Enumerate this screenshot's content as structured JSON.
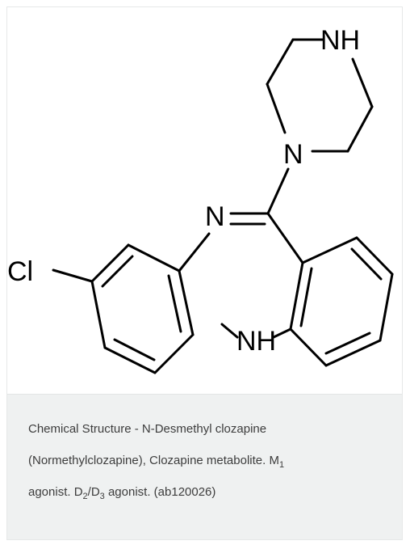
{
  "structure": {
    "atoms": {
      "nh_top": "NH",
      "n_pip": "N",
      "n_imine": "N",
      "cl": "Cl",
      "nh_bottom": "NH"
    }
  },
  "caption": {
    "line1": "Chemical Structure - N-Desmethyl clozapine",
    "line2_text": "(Normethylclozapine), Clozapine metabolite. M",
    "line2_sub": "1",
    "line3_a": "agonist. D",
    "line3_sub1": "2",
    "line3_b": "/D",
    "line3_sub2": "3",
    "line3_c": " agonist. (ab120026)"
  }
}
